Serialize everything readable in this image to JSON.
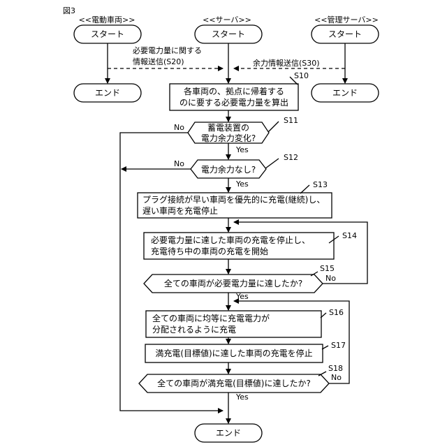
{
  "figure_label": "図3",
  "lanes": {
    "vehicle": "<<電動車両>>",
    "server": "<<サーバ>>",
    "management": "<<管理サーバ>>"
  },
  "terminals": {
    "start": "スタート",
    "end": "エンド"
  },
  "messages": {
    "s20_line1": "必要電力量に関する",
    "s20_line2": "情報送信(S20)",
    "s30": "余力情報送信(S30)"
  },
  "steps": {
    "s10": {
      "tag": "S10",
      "line1": "各車両の、拠点に帰着する",
      "line2": "のに要する必要電力量を算出"
    },
    "s11": {
      "tag": "S11",
      "line1": "蓄電装置の",
      "line2": "電力余力変化?"
    },
    "s12": {
      "tag": "S12",
      "line1": "電力余力なし?"
    },
    "s13": {
      "tag": "S13",
      "line1": "プラグ接続が早い車両を優先的に充電(継続)し、",
      "line2": "遅い車両を充電停止"
    },
    "s14": {
      "tag": "S14",
      "line1": "必要電力量に達した車両の充電を停止し、",
      "line2": "充電待ち中の車両の充電を開始"
    },
    "s15": {
      "tag": "S15",
      "line1": "全ての車両が必要電力量に達したか?"
    },
    "s16": {
      "tag": "S16",
      "line1": "全ての車両に均等に充電電力が",
      "line2": "分配されるように充電"
    },
    "s17": {
      "tag": "S17",
      "line1": "満充電(目標値)に達した車両の充電を停止"
    },
    "s18": {
      "tag": "S18",
      "line1": "全ての車両が満充電(目標値)に達したか?"
    }
  },
  "branches": {
    "yes": "Yes",
    "no": "No"
  }
}
